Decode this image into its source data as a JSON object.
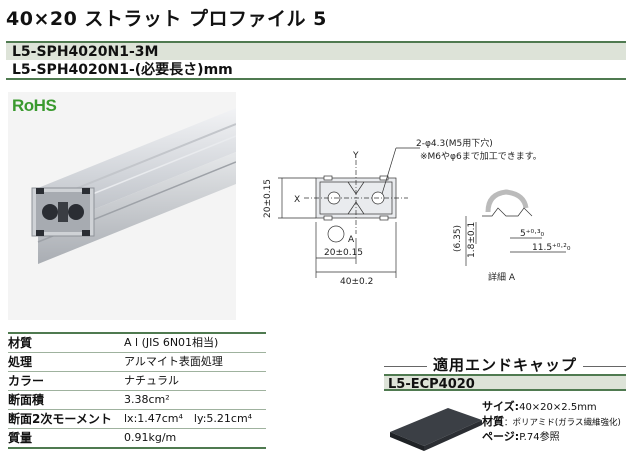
{
  "header": {
    "title": "40×20 ストラット プロファイル 5",
    "part_fixed": "L5-SPH4020N1-3M",
    "part_custom": "L5-SPH4020N1-(必要長さ)mm"
  },
  "badge": {
    "rohs": "RoHS"
  },
  "drawing": {
    "hole_note": "2-φ4.3(M5用下穴)",
    "hole_subnote": "※M6やφ6まで加工できます。",
    "axis_x": "X",
    "axis_y": "Y",
    "dim_height": "20±0.15",
    "dim_half": "20±0.15",
    "dim_width": "40±0.2",
    "callout": "A",
    "dim_635": "(6.35)",
    "dim_18": "1.8±0.1",
    "dim_5": "5⁺⁰·³₀",
    "dim_115": "11.5⁺⁰·²₀",
    "detail_label": "詳細 A"
  },
  "specs": [
    {
      "label": "材質",
      "value": "A l (JIS 6N01相当)"
    },
    {
      "label": "処理",
      "value": "アルマイト表面処理"
    },
    {
      "label": "カラー",
      "value": "ナチュラル"
    },
    {
      "label": "断面積",
      "value": "3.38cm²"
    },
    {
      "label": "断面2次モーメント",
      "value": "lx:1.47cm⁴　ly:5.21cm⁴"
    },
    {
      "label": "質量",
      "value": "0.91kg/m"
    }
  ],
  "endcap": {
    "title": "適用エンドキャップ",
    "code": "L5-ECP4020",
    "size_label": "サイズ:",
    "size_value": "40×20×2.5mm",
    "material_label": "材質",
    "material_value": "：ポリアミド(ガラス繊維強化)",
    "page_label": "ページ:",
    "page_value": "P.74参照"
  },
  "colors": {
    "accent_green": "#4f7a50",
    "band_fill": "#dde3d8",
    "rohs_green": "#3a9a2e"
  }
}
